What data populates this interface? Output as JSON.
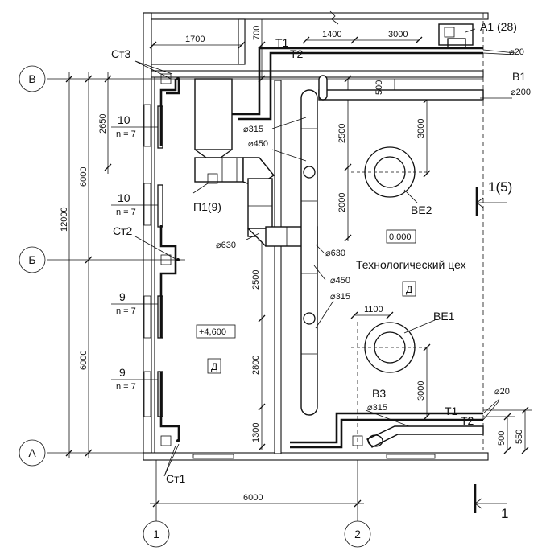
{
  "axes": {
    "rows": [
      {
        "id": "axis-v",
        "label": "В"
      },
      {
        "id": "axis-b",
        "label": "Б"
      },
      {
        "id": "axis-a",
        "label": "А"
      }
    ],
    "cols": [
      {
        "id": "axis-1",
        "label": "1"
      },
      {
        "id": "axis-2",
        "label": "2"
      }
    ]
  },
  "dimensions": {
    "d1700": "1700",
    "d700": "700",
    "d1400": "1400",
    "d3000_top": "3000",
    "d2650": "2650",
    "d6000_upper": "6000",
    "d12000": "12000",
    "d6000_lower": "6000",
    "d6000_bottom": "6000",
    "d2500_right": "2500",
    "d3000_right_top": "3000",
    "d2000_right": "2000",
    "d500_top": "500",
    "d2500_mid": "2500",
    "d2800": "2800",
    "d1300": "1300",
    "d1100": "1100",
    "d3000_right_bottom": "3000",
    "d500_bottom": "500",
    "d550": "550"
  },
  "labels": {
    "a1": "A1 (28)",
    "dia20_top": "⌀20",
    "v1": "В1",
    "dia200": "⌀200",
    "t1_top": "Т1",
    "t2_top": "Т2",
    "st3": "Ст3",
    "st2": "Ст2",
    "st1": "Ст1",
    "rad1_name": "10",
    "rad1_n": "n = 7",
    "rad2_name": "10",
    "rad2_n": "n = 7",
    "rad3_name": "9",
    "rad3_n": "n = 7",
    "rad4_name": "9",
    "rad4_n": "n = 7",
    "dia315_top": "⌀315",
    "dia450_top": "⌀450",
    "p1": "П1(9)",
    "dia630_left": "⌀630",
    "dia630_right": "⌀630",
    "dia450_mid": "⌀450",
    "dia315_mid": "⌀315",
    "be2": "ВЕ2",
    "be1": "ВЕ1",
    "level_000": "0,000",
    "level_4600": "+4,600",
    "workshop": "Технологический цех",
    "room_d_right": "Д",
    "room_d_left": "Д",
    "section_top": "1(5)",
    "section_bottom": "1",
    "v3": "В3",
    "dia315_v3": "⌀315",
    "t1_bottom": "Т1",
    "t2_bottom": "Т2",
    "dia20_bottom": "⌀20"
  }
}
